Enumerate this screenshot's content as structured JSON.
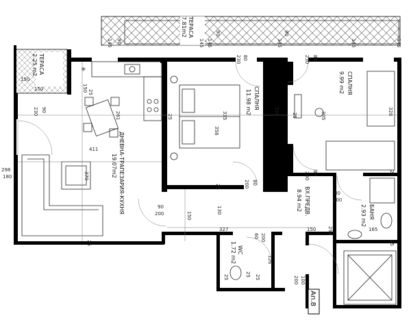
{
  "rooms": {
    "living": {
      "name": "ДНЕВНА-ТРАПЕЗАРИЯ-КУХНЯ",
      "area": "19.07m2"
    },
    "bedroom1": {
      "name": "СПАЛНЯ",
      "area": "11.98 m2"
    },
    "bedroom2": {
      "name": "СПАЛНЯ",
      "area": "9.99 m2"
    },
    "hall": {
      "name": "ВХ.ПРЕДВ.",
      "area": "8.94 m2"
    },
    "bath": {
      "name": "БАНЯ",
      "area": "2.93 m2"
    },
    "wc": {
      "name": "WC",
      "area": "1.72 m2"
    },
    "terrace_top": {
      "name": "ТЕРАСА",
      "area": "7.81m2"
    },
    "terrace_left": {
      "name": "ТЕРАСА",
      "area": "2.25 m2"
    }
  },
  "apartment_label": "Ап.8",
  "dims": {
    "d90a": "90",
    "d145a": "145",
    "d145b": "145",
    "d145c": "145",
    "d90b": "90",
    "d145d": "145",
    "d90c": "90",
    "d145e": "145",
    "d145f": "145",
    "d80a": "80",
    "d230a": "230",
    "d80b": "80",
    "d230b": "230",
    "d150a": "150",
    "d150b": "150",
    "d150c": "150",
    "d90d": "90",
    "d230c": "230",
    "d261": "261",
    "d335": "335",
    "d305": "305",
    "d328a": "328",
    "d328b": "328",
    "d358": "358",
    "d411": "411",
    "d370": "370",
    "d298a": "298",
    "d180": "180",
    "d90e": "90",
    "d200a": "200",
    "d80c": "80",
    "d200b": "200",
    "d80d": "80",
    "d200c": "200",
    "d80e": "80",
    "d200d": "200",
    "d150d": "150",
    "d130": "130",
    "d327": "327",
    "d150e": "150",
    "d298b": "298",
    "d165": "165",
    "d60": "60",
    "d200e": "200",
    "d126": "126",
    "d100": "100",
    "d200f": "200",
    "d25a": "25",
    "d25b": "25",
    "d25c": "25",
    "d25d": "25",
    "d25e": "25",
    "d25f": "25",
    "d25g": "25",
    "d25h": "25",
    "d25i": "25",
    "d25j": "25"
  }
}
